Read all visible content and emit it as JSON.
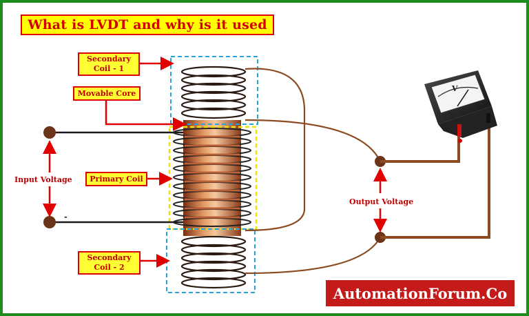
{
  "title": "What is LVDT and why is it used",
  "labels": {
    "secondary_coil_1": "Secondary\nCoil - 1",
    "movable_core": "Movable Core",
    "primary_coil": "Primary Coil",
    "secondary_coil_2": "Secondary\nCoil - 2",
    "input_voltage": "Input Voltage",
    "output_voltage": "Output Voltage",
    "minus_sign": "-",
    "meter_unit": "V"
  },
  "brand": "AutomationForum.Co",
  "colors": {
    "frame": "#1e8c1e",
    "title_bg": "#ffff00",
    "label_text": "#c00000",
    "arrow": "#e00000",
    "brand_bg": "#c41a1a",
    "copper": "#b5562a",
    "wire": "#1a1a1a",
    "dashed_blue": "#29a3e0",
    "dashed_yellow": "#f2e000"
  },
  "icons": [
    "voltmeter-icon"
  ]
}
